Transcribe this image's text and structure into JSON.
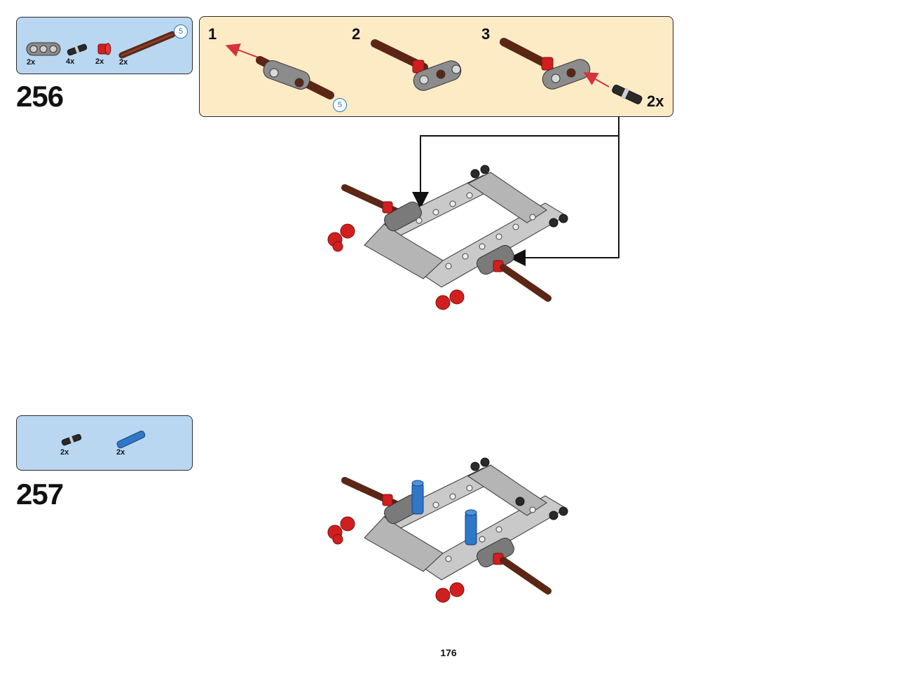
{
  "step256": {
    "number": "256",
    "parts": [
      {
        "icon": "beam-3-icon",
        "qty": "2x"
      },
      {
        "icon": "pin-black-icon",
        "qty": "4x"
      },
      {
        "icon": "bush-red-icon",
        "qty": "2x"
      },
      {
        "icon": "axle-5-brown-icon",
        "qty": "2x"
      }
    ],
    "axle_length": "5",
    "subassembly": {
      "steps": [
        "1",
        "2",
        "3"
      ],
      "axle_length": "5",
      "multiplier": "2x"
    }
  },
  "step257": {
    "number": "257",
    "parts": [
      {
        "icon": "pin-black-icon",
        "qty": "2x"
      },
      {
        "icon": "axle-pin-blue-icon",
        "qty": "2x"
      }
    ]
  },
  "page_number": "176",
  "colors": {
    "parts_box": "#b9d7f1",
    "subassembly_box": "#fdebc6",
    "beam_gray": "#a8a8a8",
    "axle_brown": "#6b2e1a",
    "bush_red": "#d11f1f",
    "pin_blue": "#2f77c9",
    "arrow_red": "#d6333b"
  }
}
